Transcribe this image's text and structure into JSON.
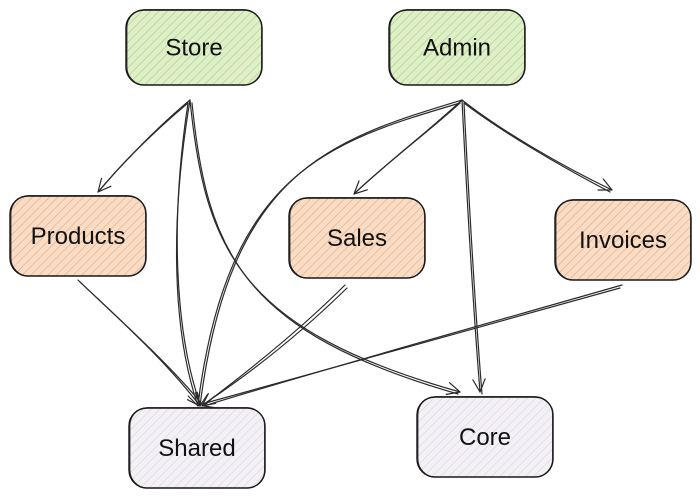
{
  "diagram": {
    "nodes": [
      {
        "id": "store",
        "label": "Store",
        "category": "app"
      },
      {
        "id": "admin",
        "label": "Admin",
        "category": "app"
      },
      {
        "id": "products",
        "label": "Products",
        "category": "feature"
      },
      {
        "id": "sales",
        "label": "Sales",
        "category": "feature"
      },
      {
        "id": "invoices",
        "label": "Invoices",
        "category": "feature"
      },
      {
        "id": "shared",
        "label": "Shared",
        "category": "library"
      },
      {
        "id": "core",
        "label": "Core",
        "category": "library"
      }
    ],
    "edges": [
      {
        "from": "store",
        "to": "products"
      },
      {
        "from": "store",
        "to": "shared"
      },
      {
        "from": "store",
        "to": "core"
      },
      {
        "from": "admin",
        "to": "sales"
      },
      {
        "from": "admin",
        "to": "invoices"
      },
      {
        "from": "admin",
        "to": "shared"
      },
      {
        "from": "admin",
        "to": "core"
      },
      {
        "from": "products",
        "to": "shared"
      },
      {
        "from": "sales",
        "to": "shared"
      },
      {
        "from": "invoices",
        "to": "shared"
      }
    ],
    "colors": {
      "app": {
        "fill": "#dfefc9",
        "hatch": "#a9d07a"
      },
      "feature": {
        "fill": "#f8dcc5",
        "hatch": "#e8a877"
      },
      "library": {
        "fill": "#f4f1f6",
        "hatch": "#d9d2df"
      }
    }
  }
}
